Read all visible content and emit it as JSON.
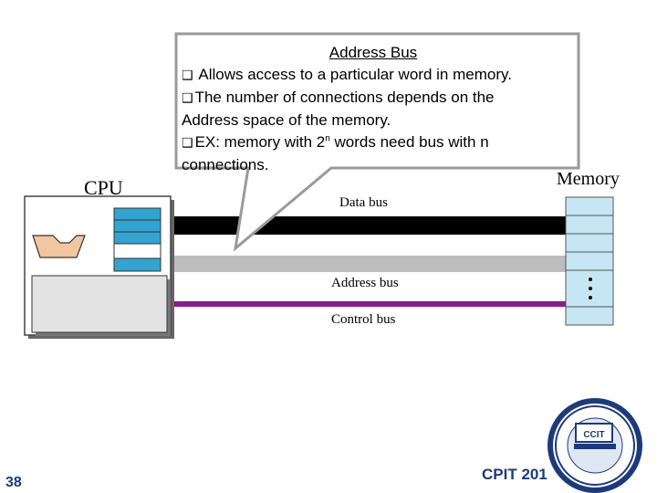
{
  "callout": {
    "title": "Address Bus",
    "line1": "Allows access to a particular word in memory.",
    "line2a": "The number of connections depends on the",
    "line2b": "Address space of the memory.",
    "line3_prefix": "EX: memory with 2",
    "line3_sup": "n",
    "line3_suffix": " words need bus with n",
    "line3_cont": "connections."
  },
  "diagram": {
    "cpu_label": "CPU",
    "memory_label": "Memory",
    "data_bus_label": "Data bus",
    "address_bus_label": "Address bus",
    "control_bus_label": "Control bus",
    "memory_ellipsis": "⋮"
  },
  "footer": {
    "page_number": "38",
    "course_code": "CPIT 201"
  },
  "colors": {
    "data_bus": "#000000",
    "address_bus": "#bdbdbd",
    "control_bus": "#8b1c8b",
    "memory_cell": "#c5e6f2",
    "register": "#33a3cf",
    "footer_text": "#1f3a7a",
    "alu": "#f2c6a0"
  },
  "logo": {
    "text": "CCIT"
  }
}
